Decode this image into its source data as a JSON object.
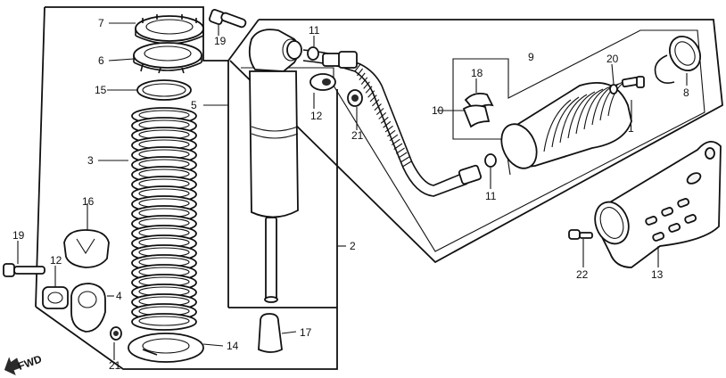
{
  "diagram": {
    "parts": [
      {
        "id": "p1",
        "label": "1"
      },
      {
        "id": "p2",
        "label": "2"
      },
      {
        "id": "p3",
        "label": "3"
      },
      {
        "id": "p4",
        "label": "4"
      },
      {
        "id": "p5",
        "label": "5"
      },
      {
        "id": "p6",
        "label": "6"
      },
      {
        "id": "p7",
        "label": "7"
      },
      {
        "id": "p8",
        "label": "8"
      },
      {
        "id": "p9",
        "label": "9"
      },
      {
        "id": "p10",
        "label": "10"
      },
      {
        "id": "p11a",
        "label": "11"
      },
      {
        "id": "p11b",
        "label": "11"
      },
      {
        "id": "p12a",
        "label": "12"
      },
      {
        "id": "p12b",
        "label": "12"
      },
      {
        "id": "p13",
        "label": "13"
      },
      {
        "id": "p14",
        "label": "14"
      },
      {
        "id": "p15",
        "label": "15"
      },
      {
        "id": "p16",
        "label": "16"
      },
      {
        "id": "p17",
        "label": "17"
      },
      {
        "id": "p18",
        "label": "18"
      },
      {
        "id": "p19a",
        "label": "19"
      },
      {
        "id": "p19b",
        "label": "19"
      },
      {
        "id": "p20",
        "label": "20"
      },
      {
        "id": "p21a",
        "label": "21"
      },
      {
        "id": "p21b",
        "label": "21"
      },
      {
        "id": "p22",
        "label": "22"
      }
    ],
    "direction_label": "FWD"
  }
}
